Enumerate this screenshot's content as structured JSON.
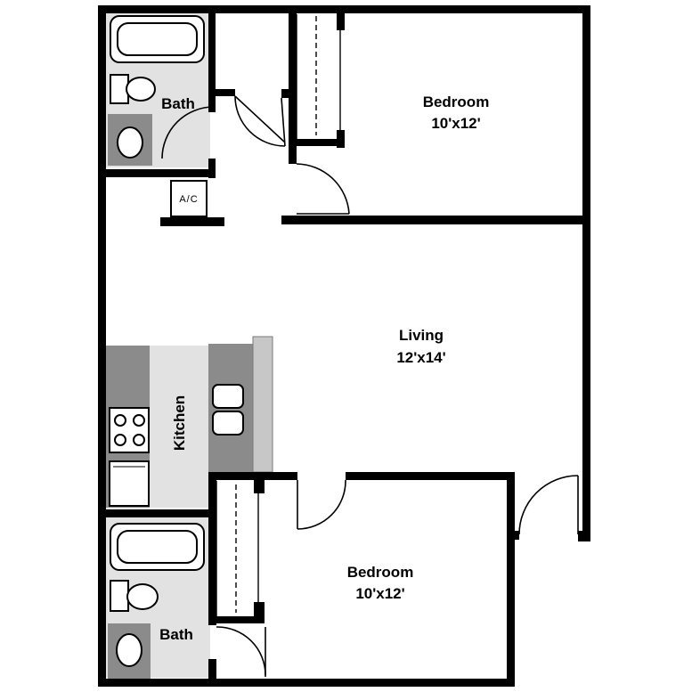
{
  "rooms": {
    "bedroom_top": {
      "name": "Bedroom",
      "size": "10'x12'"
    },
    "bedroom_bottom": {
      "name": "Bedroom",
      "size": "10'x12'"
    },
    "living": {
      "name": "Living",
      "size": "12'x14'"
    },
    "kitchen": {
      "name": "Kitchen"
    },
    "bath_top": {
      "name": "Bath"
    },
    "bath_bottom": {
      "name": "Bath"
    },
    "ac": {
      "name": "A/C"
    }
  }
}
